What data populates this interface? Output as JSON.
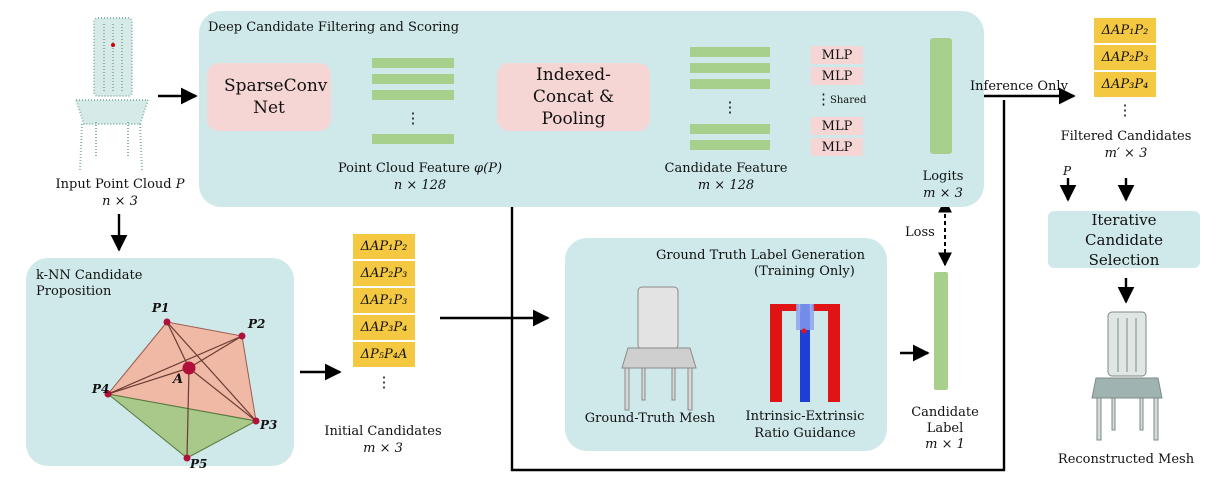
{
  "panels": {
    "top_title": "Deep Candidate Filtering and Scoring",
    "knn_title": "k-NN Candidate Proposition",
    "gt_title_line1": "Ground Truth Label Generation",
    "gt_title_line2": "(Training Only)"
  },
  "blocks": {
    "sparseconv": "SparseConv Net",
    "indexed_concat": "Indexed-Concat & Pooling",
    "mlp": "MLP",
    "shared": "Shared",
    "iterative": "Iterative Candidate Selection"
  },
  "labels": {
    "input_cloud": "Input Point Cloud",
    "input_cloud_var": "P",
    "input_dim": "n × 3",
    "pc_feature": "Point Cloud Feature",
    "pc_feature_var": "φ(P)",
    "pc_dim": "n × 128",
    "cand_feature": "Candidate Feature",
    "cand_dim": "m × 128",
    "logits": "Logits",
    "logits_dim": "m × 3",
    "loss": "Loss",
    "inference_only": "Inference Only",
    "filtered": "Filtered Candidates",
    "filtered_dim": "m′ × 3",
    "p_input": "P",
    "initial": "Initial Candidates",
    "initial_dim": "m × 3",
    "gt_mesh": "Ground-Truth Mesh",
    "ratio_line1": "Intrinsic-Extrinsic",
    "ratio_line2": "Ratio Guidance",
    "cand_label_line1": "Candidate",
    "cand_label_line2": "Label",
    "cand_label_dim": "m × 1",
    "reconstructed": "Reconstructed Mesh",
    "vertical_dots": "⋮"
  },
  "vertices": {
    "p1": "P1",
    "p2": "P2",
    "p3": "P3",
    "p4": "P4",
    "p5": "P5",
    "a": "A"
  },
  "initial_candidates": [
    "ΔAP₁P₂",
    "ΔAP₂P₃",
    "ΔAP₁P₃",
    "ΔAP₃P₄",
    "ΔP₅P₄A"
  ],
  "filtered_candidates": [
    "ΔAP₁P₂",
    "ΔAP₂P₃",
    "ΔAP₃P₄"
  ],
  "colors": {
    "panel": "#cfe9ea",
    "block": "#f6d6d4",
    "feature_bar": "#a8d08d",
    "candidate": "#f5c842",
    "tetra_top": "#f0b9a6",
    "tetra_bottom": "#a8c98a",
    "vertex": "#b0103a"
  }
}
